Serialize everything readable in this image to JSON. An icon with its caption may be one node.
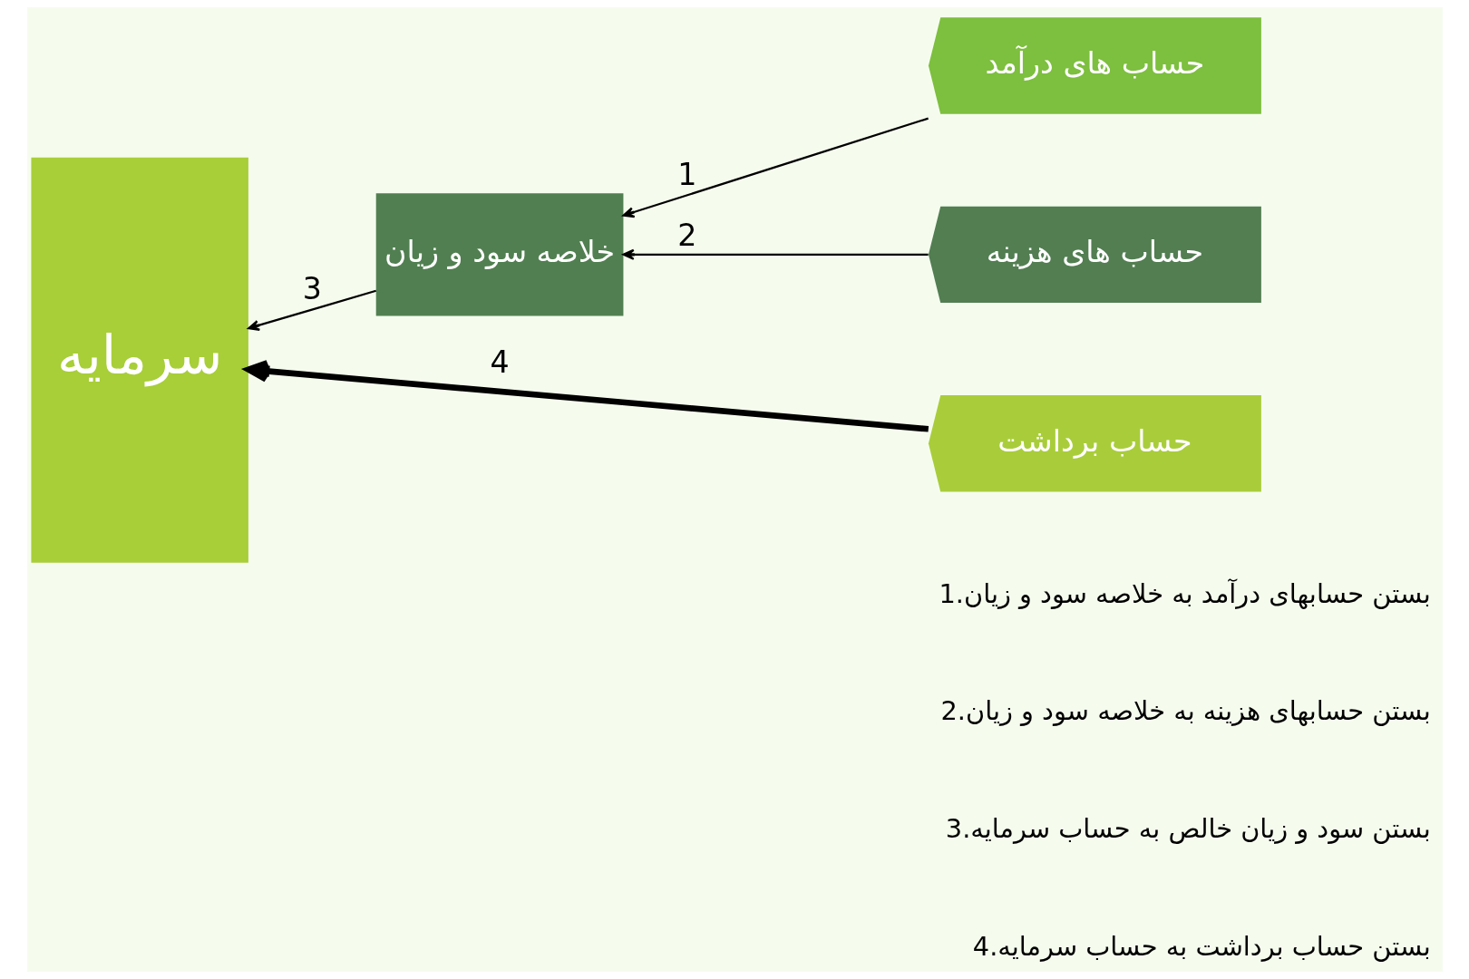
{
  "diagram": {
    "nodes": [
      {
        "text": [
          "سرمایه"
        ]
      },
      {
        "text": [
          "خلاصه سود و زیان"
        ]
      },
      {
        "text": [
          "حساب های درآمد"
        ]
      },
      {
        "text": [
          "حساب های هزینه"
        ]
      },
      {
        "text": [
          "حساب برداشت"
        ]
      }
    ],
    "edges": [
      {
        "from": 2,
        "to": 1,
        "arrow": "to",
        "label": "1"
      },
      {
        "from": 3,
        "to": 1,
        "arrow": "to",
        "label": "2"
      },
      {
        "from": 1,
        "to": 0,
        "arrow": "to",
        "label": "3"
      },
      {
        "from": 4,
        "to": 0,
        "arrow": "to",
        "label": "4",
        "style": "thick"
      }
    ],
    "labels": [
      "1.بستن حسابهای درآمد به خلاصه سود و زیان",
      "2.بستن حسابهای هزینه به خلاصه سود و زیان",
      "3.بستن سود و زیان خالص به حساب سرمایه",
      "4.بستن حساب برداشت به حساب سرمایه"
    ]
  }
}
